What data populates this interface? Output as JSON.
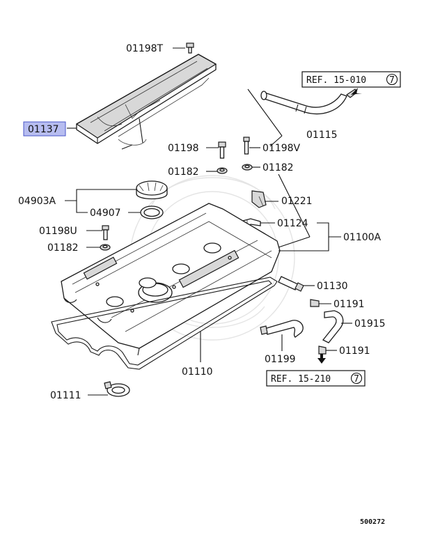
{
  "labels": {
    "p01198T": "01198T",
    "p01137": "01137",
    "p01115": "01115",
    "p01198": "01198",
    "p01198V": "01198V",
    "p01182a": "01182",
    "p01182b": "01182",
    "p04903A": "04903A",
    "p04907": "04907",
    "p01221": "01221",
    "p01198U": "01198U",
    "p01124": "01124",
    "p01100A": "01100A",
    "p01182c": "01182",
    "p01130": "01130",
    "p01191a": "01191",
    "p01915": "01915",
    "p01191b": "01191",
    "p01199": "01199",
    "p01110": "01110",
    "p01111": "01111"
  },
  "refs": {
    "top": "REF. 15-010",
    "top_num": "7",
    "bottom": "REF. 15-210",
    "bottom_num": "7"
  },
  "diagram_code": "500272",
  "colors": {
    "highlight": "#b7bdf0",
    "highlight_border": "#4a55c8"
  }
}
